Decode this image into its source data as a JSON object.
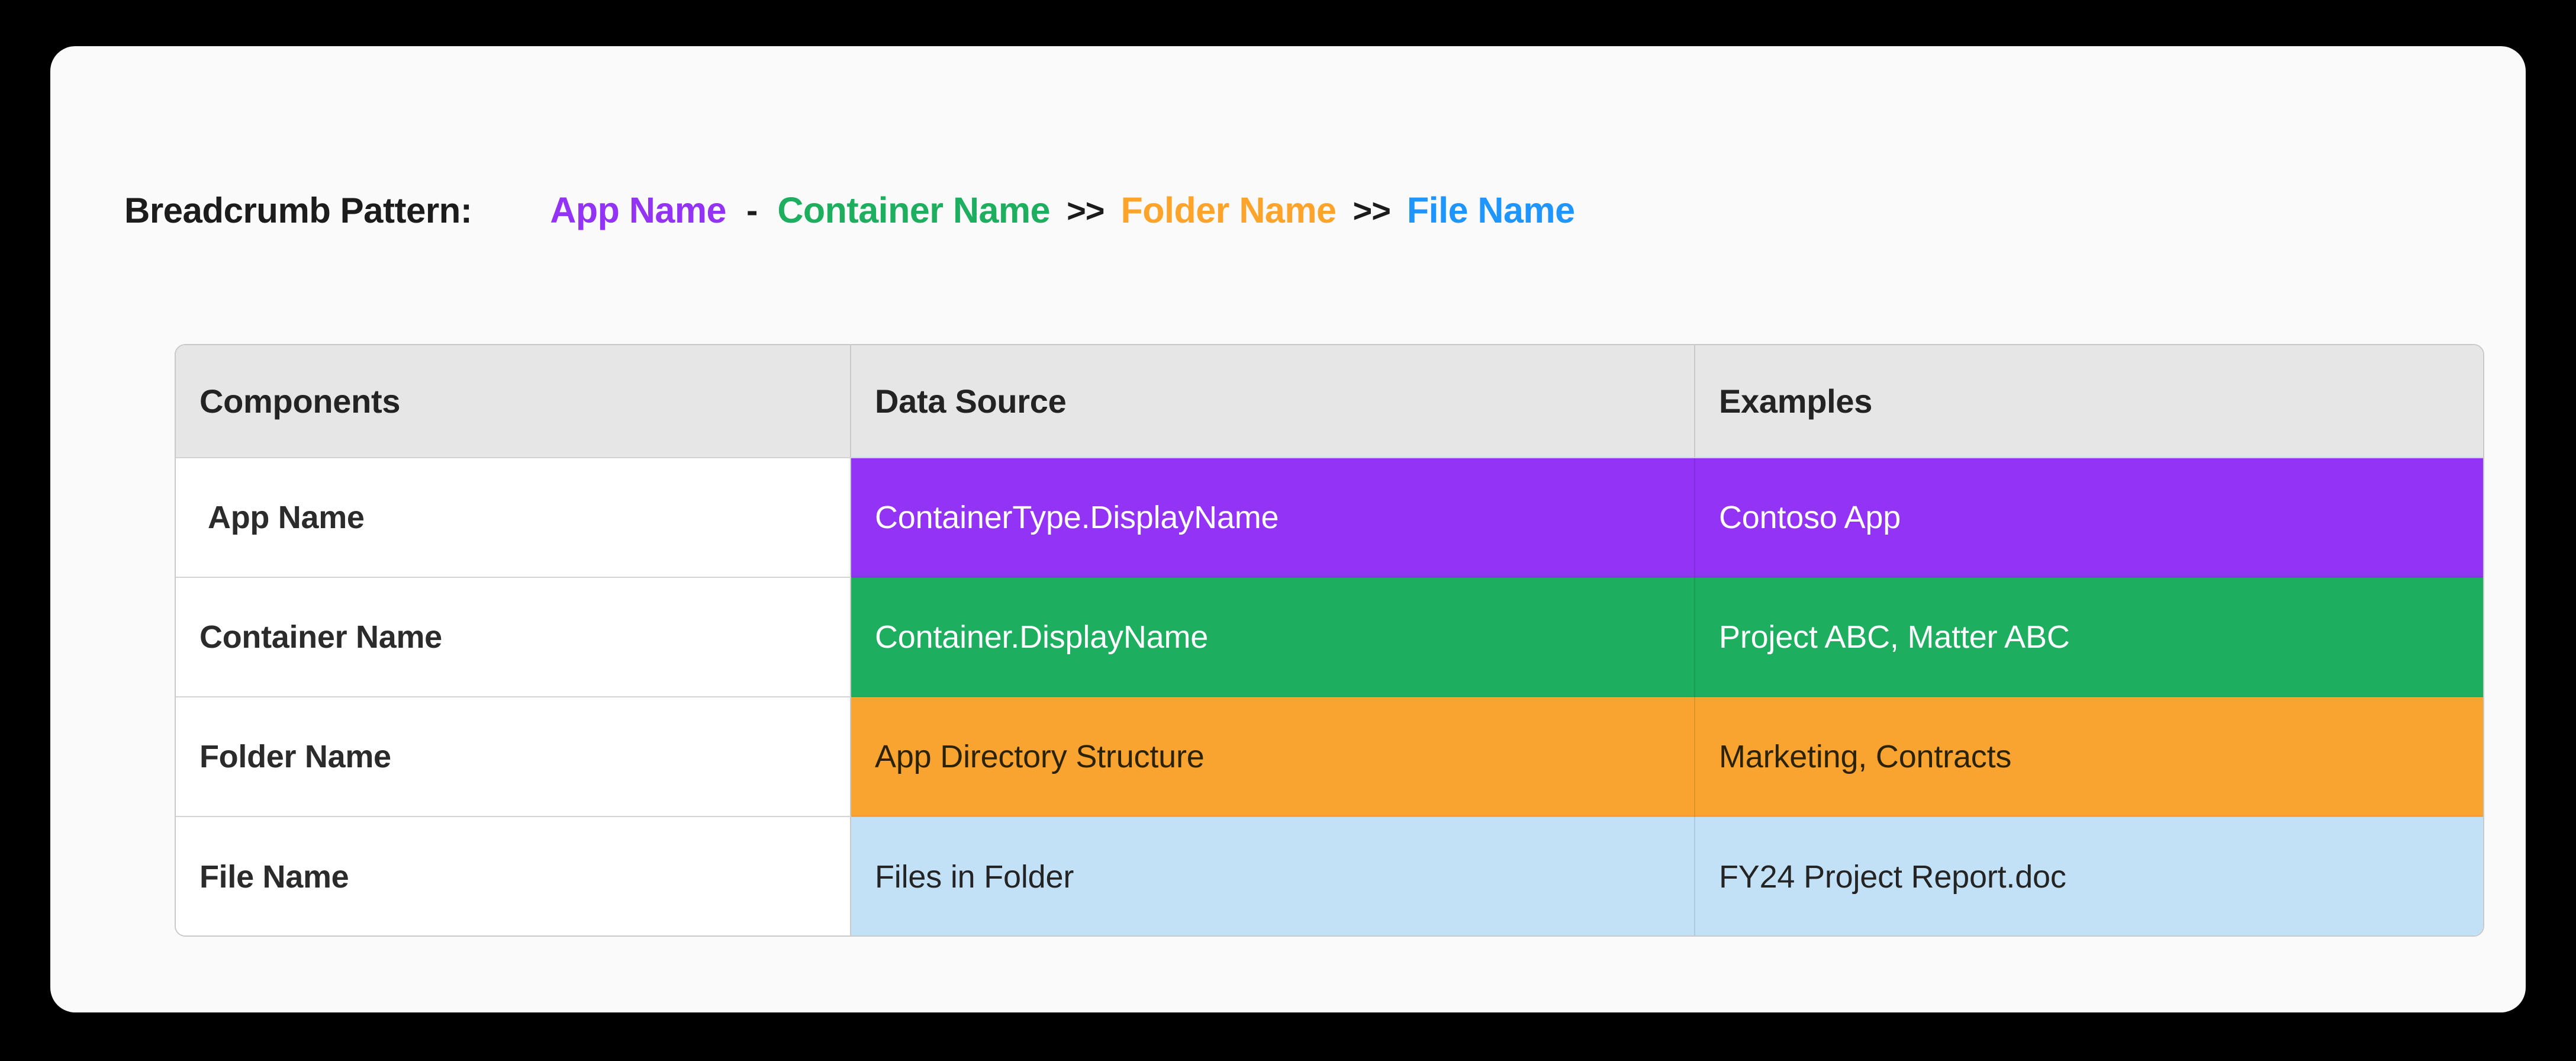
{
  "card": {
    "background": "#FAFAFA"
  },
  "breadcrumb": {
    "label": "Breadcrumb Pattern:",
    "separator_dash": "-",
    "separator_chevron": ">>",
    "crumbs": [
      {
        "text": "App Name",
        "color": "#9333F5"
      },
      {
        "text": "Container Name",
        "color": "#1DAE5F"
      },
      {
        "text": "Folder Name",
        "color": "#FFA42B"
      },
      {
        "text": "File Name",
        "color": "#1E95FF"
      }
    ]
  },
  "table": {
    "headers": [
      "Components",
      "Data Source",
      "Examples"
    ],
    "rows": [
      {
        "component": "App Name",
        "data_source": "ContainerType.DisplayName",
        "example": "Contoso App",
        "fill": "#9333F5",
        "text_color": "#FFFFFF"
      },
      {
        "component": "Container Name",
        "data_source": "Container.DisplayName",
        "example": "Project ABC, Matter ABC",
        "fill": "#1DAE5F",
        "text_color": "#FFFFFF"
      },
      {
        "component": "Folder Name",
        "data_source": "App Directory Structure",
        "example": "Marketing, Contracts",
        "fill": "#F9A431",
        "text_color": "#2B2200"
      },
      {
        "component": "File Name",
        "data_source": "Files in Folder",
        "example": "FY24 Project Report.doc",
        "fill": "#C2E1F7",
        "text_color": "#242424"
      }
    ]
  },
  "colors": {
    "header_fill": "#E6E6E6",
    "border": "#C9C9C9",
    "page_background": "#000000",
    "card_background": "#FAFAFA"
  }
}
